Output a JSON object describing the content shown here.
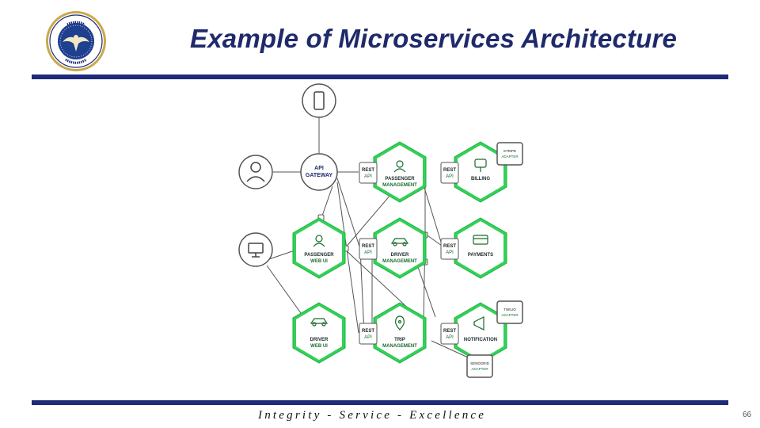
{
  "slide": {
    "title": "Example of Microservices Architecture",
    "motto": "Integrity - Service - Excellence",
    "page_number": "66"
  },
  "colors": {
    "accent_navy": "#1f2a78",
    "hex_green": "#34d058",
    "hex_text": "#1a6b2a",
    "outline_gray": "#555555"
  },
  "diagram": {
    "gateway": {
      "line1": "API",
      "line2": "GATEWAY"
    },
    "rest": {
      "line1": "REST",
      "line2": "API"
    },
    "services": {
      "passenger_management": {
        "line1": "PASSENGER",
        "line2": "MANAGEMENT"
      },
      "billing": {
        "line1": "BILLING"
      },
      "passenger_web_ui": {
        "line1": "PASSENGER",
        "line2": "WEB UI"
      },
      "driver_management": {
        "line1": "DRIVER",
        "line2": "MANAGEMENT"
      },
      "payments": {
        "line1": "PAYMENTS"
      },
      "driver_web_ui": {
        "line1": "DRIVER",
        "line2": "WEB UI"
      },
      "trip_management": {
        "line1": "TRIP",
        "line2": "MANAGEMENT"
      },
      "notification": {
        "line1": "NOTIFICATION"
      }
    },
    "adapters": {
      "stripe": {
        "line1": "STRIPE",
        "line2": "ADAPTER"
      },
      "twilio": {
        "line1": "TWILIO",
        "line2": "ADAPTER"
      },
      "sendgrid": {
        "line1": "SENDGRID",
        "line2": "ADAPTER"
      }
    }
  }
}
